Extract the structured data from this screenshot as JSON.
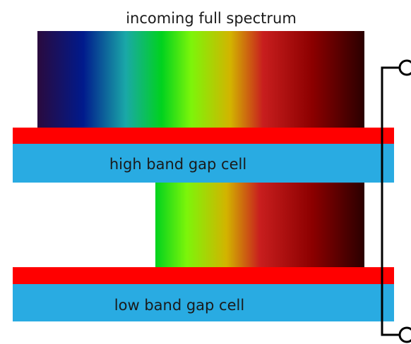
{
  "title": "incoming full spectrum",
  "cells": {
    "high": {
      "label": "high band gap cell"
    },
    "low": {
      "label": "low band gap cell"
    }
  },
  "colors": {
    "contact_layer": "#ff0000",
    "cell_body": "#29abe2",
    "wire": "#000000",
    "terminal_fill": "#ffffff",
    "spectrum_full": [
      "#2a0a3e",
      "#001a8c",
      "#1aa8a8",
      "#00d21e",
      "#7cf50a",
      "#d2b400",
      "#c81e1e",
      "#8c0000",
      "#2a0000"
    ],
    "spectrum_filtered": [
      "#00d21e",
      "#7cf50a",
      "#d2b400",
      "#c81e1e",
      "#8c0000",
      "#2a0000"
    ]
  }
}
